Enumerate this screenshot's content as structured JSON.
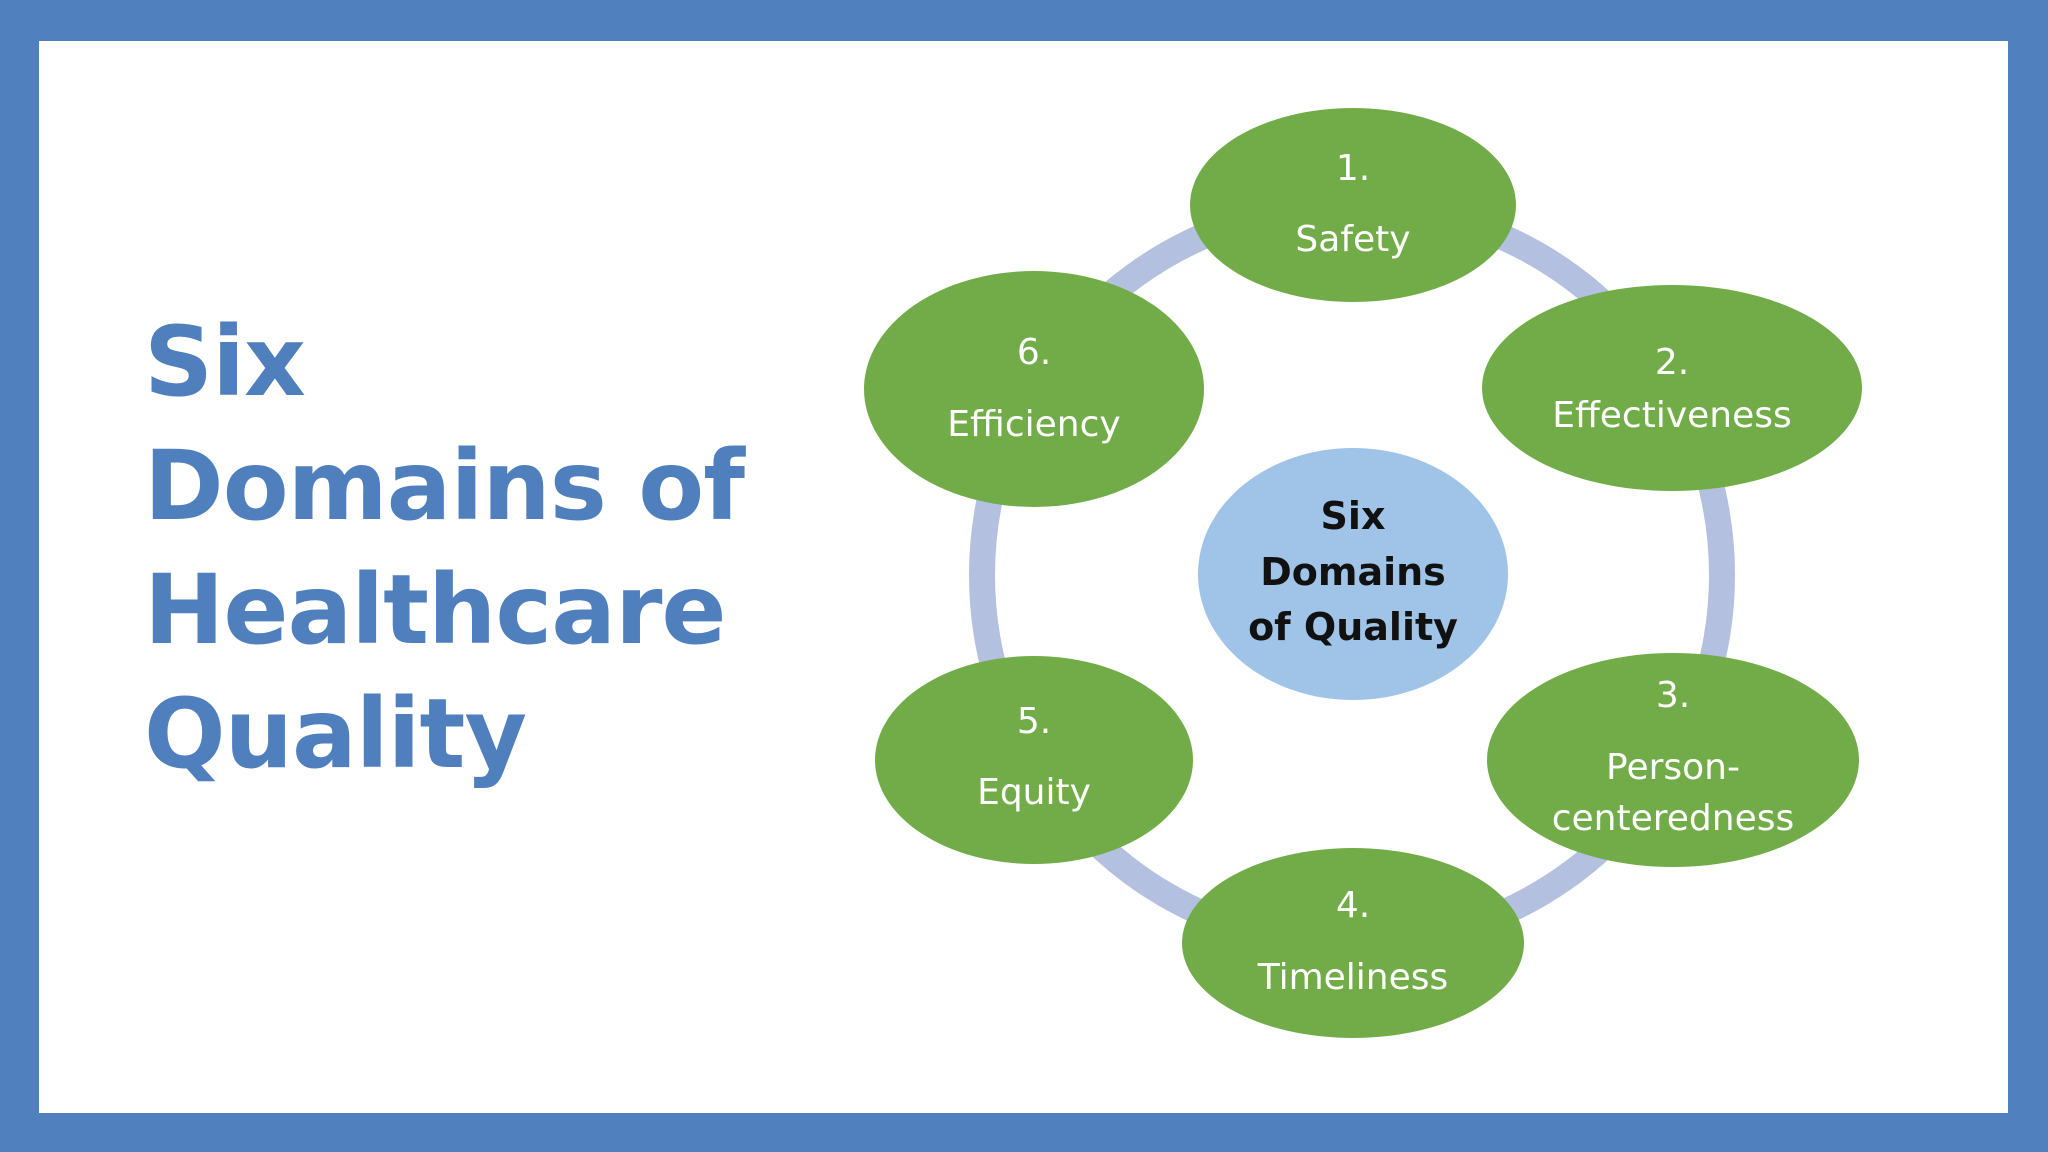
{
  "slide": {
    "title_lines": [
      "Six",
      "Domains of",
      "Healthcare",
      "Quality"
    ]
  },
  "diagram": {
    "center": {
      "label_lines": [
        "Six",
        "Domains",
        "of Quality"
      ],
      "fill": "#a0c4e8"
    },
    "node_fill": "#72ac48",
    "ring_color": "#b3c0e0",
    "nodes": [
      {
        "number": "1.",
        "label_lines": [
          "Safety"
        ]
      },
      {
        "number": "2.",
        "label_lines": [
          "Effectiveness"
        ]
      },
      {
        "number": "3.",
        "label_lines": [
          "Person-",
          "centeredness"
        ]
      },
      {
        "number": "4.",
        "label_lines": [
          "Timeliness"
        ]
      },
      {
        "number": "5.",
        "label_lines": [
          "Equity"
        ]
      },
      {
        "number": "6.",
        "label_lines": [
          "Efficiency"
        ]
      }
    ]
  },
  "colors": {
    "border": "#5080be",
    "title": "#4f7fbd",
    "background": "#ffffff"
  }
}
